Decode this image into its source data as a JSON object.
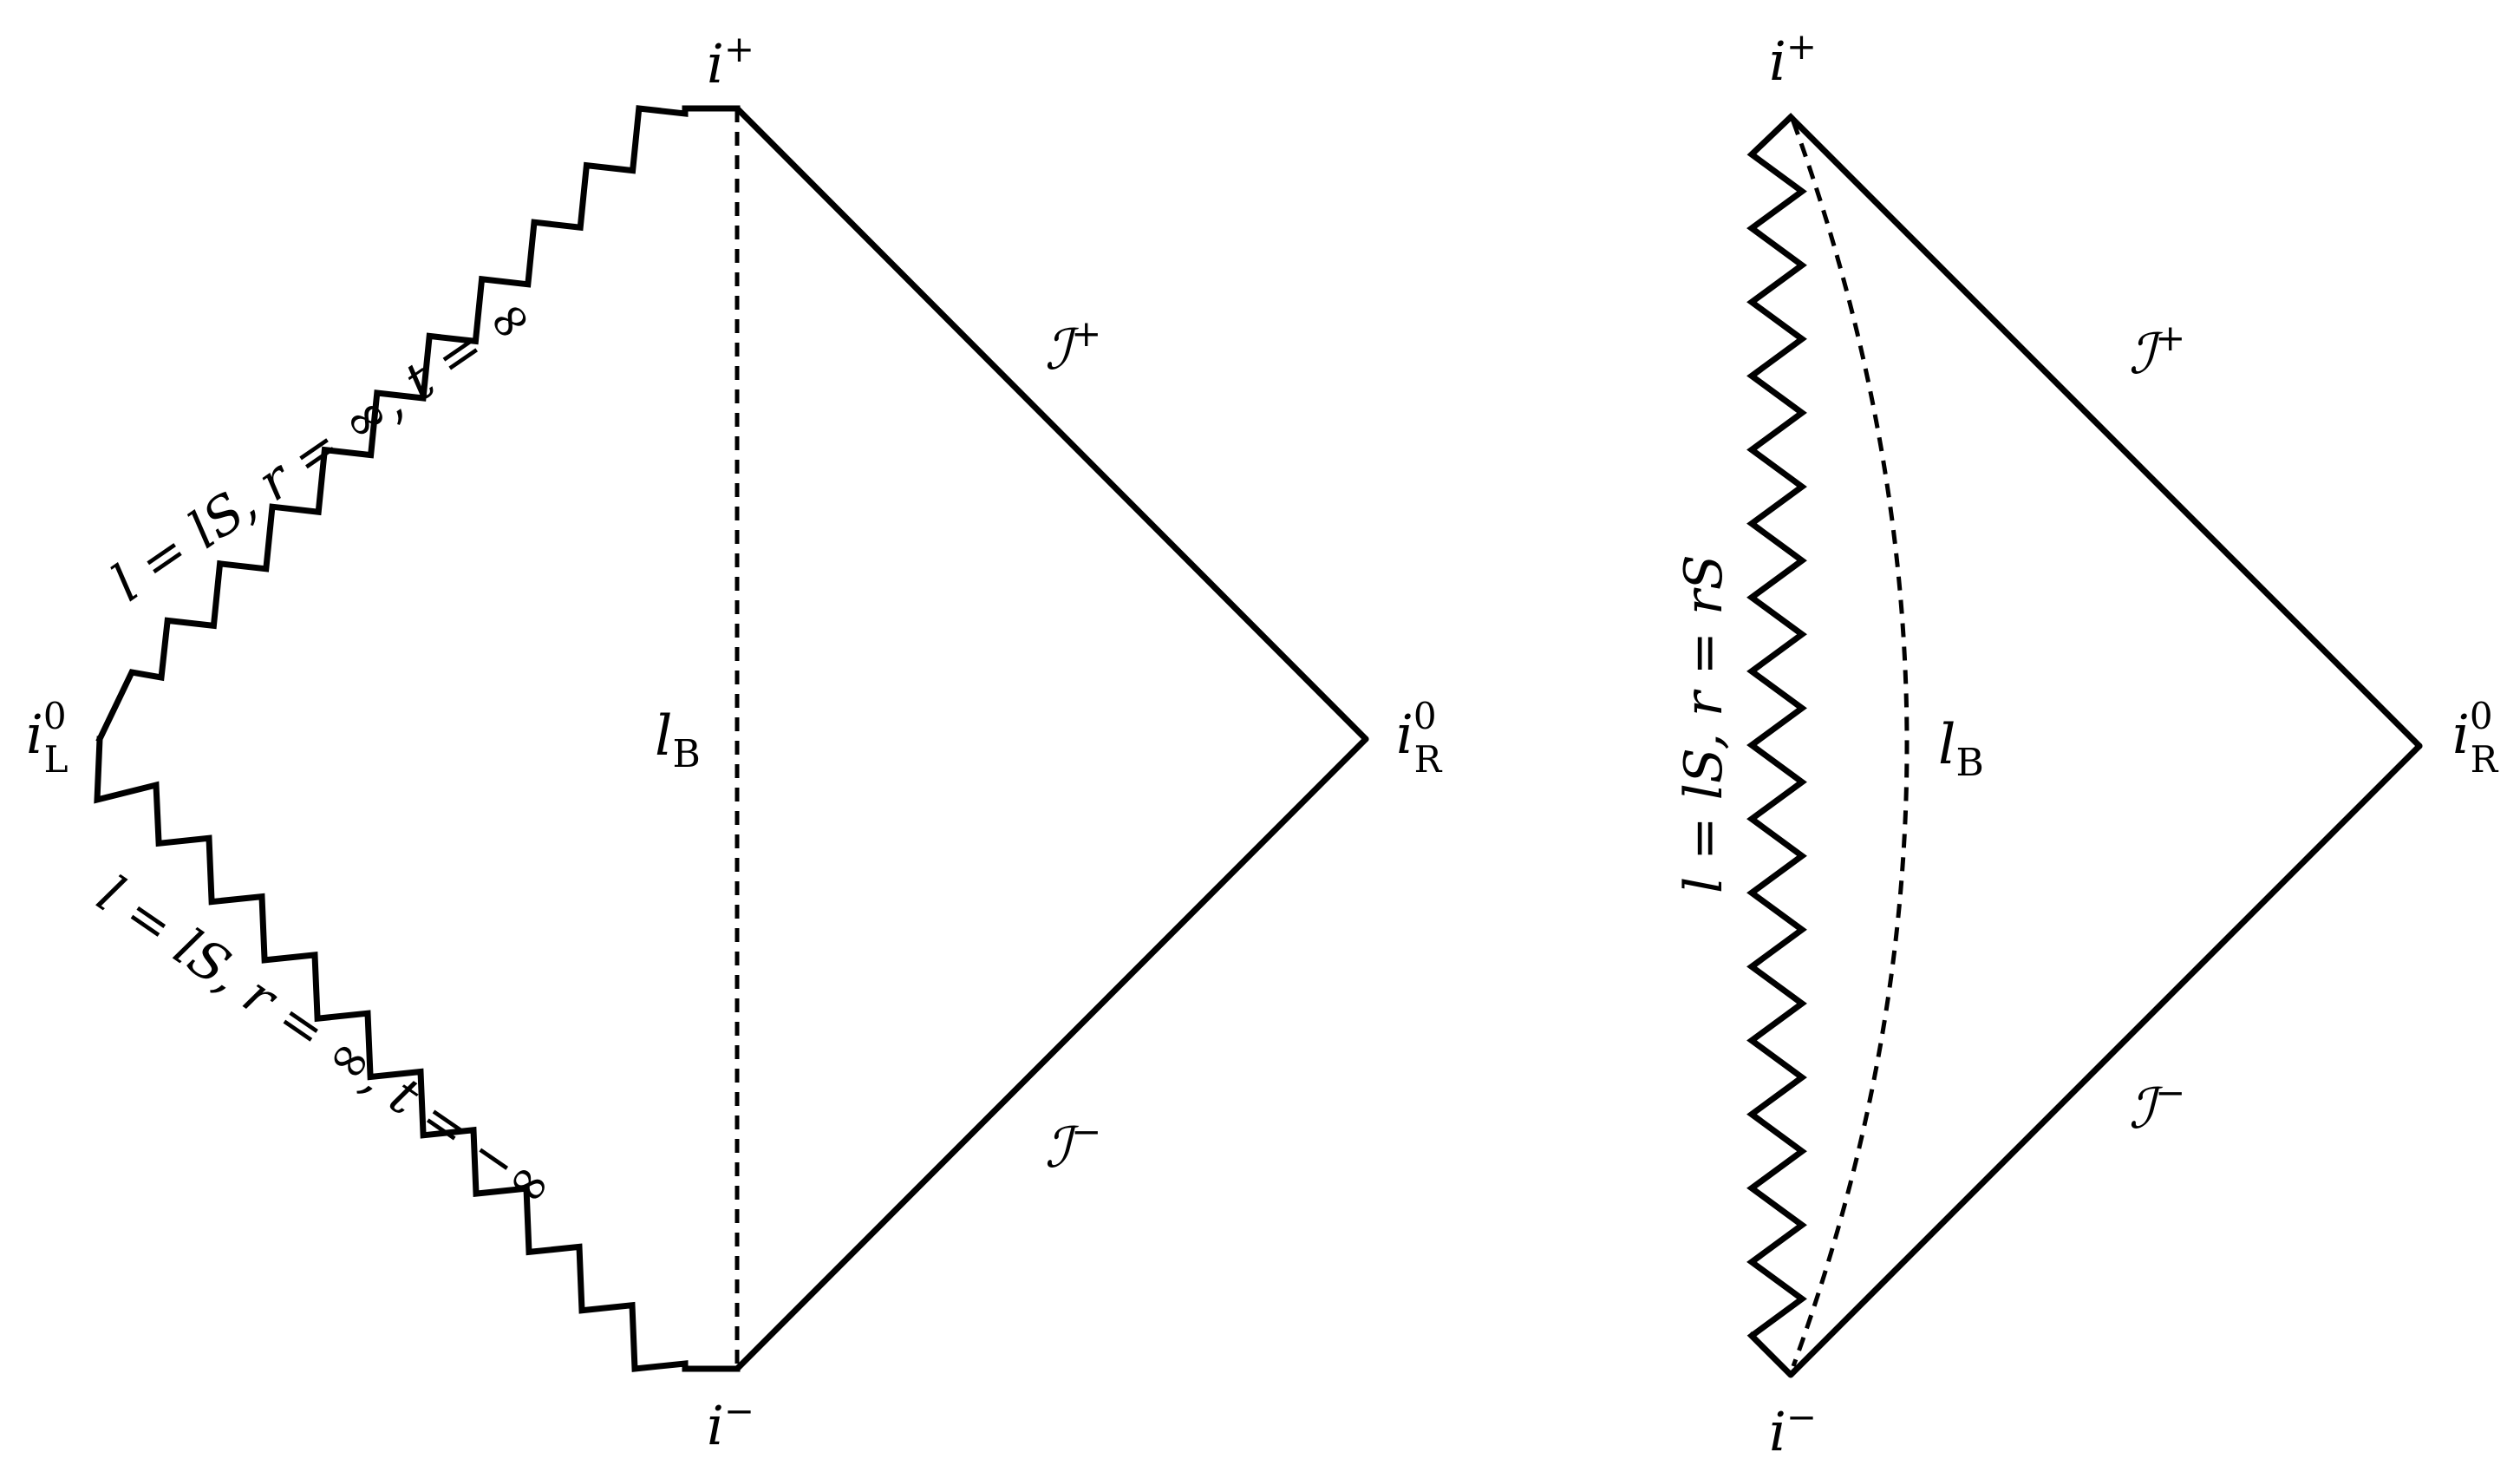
{
  "left": {
    "top_label": "i",
    "top_sup": "+",
    "bottom_label": "i",
    "bottom_sup": "−",
    "left_vertex": {
      "base": "i",
      "sup": "0",
      "sub": "L"
    },
    "right_vertex": {
      "base": "i",
      "sup": "0",
      "sub": "R"
    },
    "scri_plus": "ℐ",
    "scri_plus_sup": "+",
    "scri_minus": "ℐ",
    "scri_minus_sup": "−",
    "dashed_label": {
      "base": "l",
      "sub": "B"
    },
    "upper_wall_label": "l = lS, r = ∞, t = ∞",
    "lower_wall_label": "l = lS, r = ∞, t = −∞"
  },
  "right": {
    "top_label": "i",
    "top_sup": "+",
    "bottom_label": "i",
    "bottom_sup": "−",
    "right_vertex": {
      "base": "i",
      "sup": "0",
      "sub": "R"
    },
    "scri_plus": "ℐ",
    "scri_plus_sup": "+",
    "scri_minus": "ℐ",
    "scri_minus_sup": "−",
    "dashed_label": {
      "base": "l",
      "sub": "B"
    },
    "wall_label": "l = lS, r = rS"
  }
}
